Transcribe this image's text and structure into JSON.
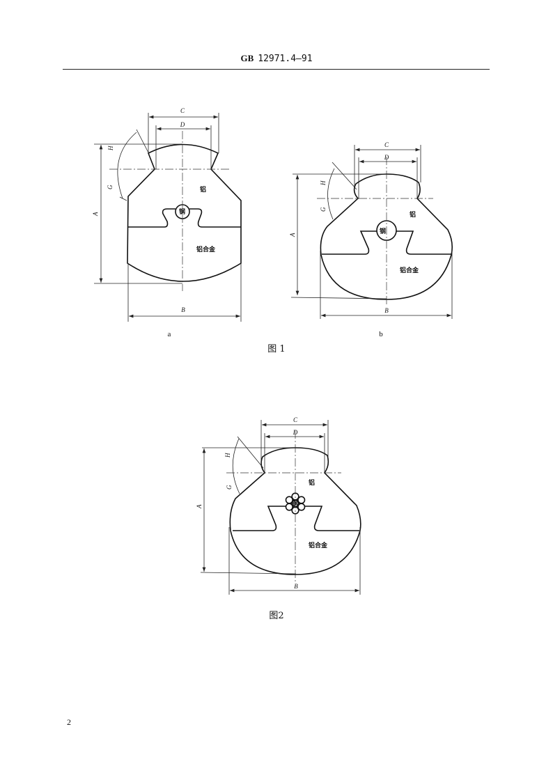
{
  "header": {
    "standard_prefix": "GB",
    "standard_number": "12971.4—91"
  },
  "page_number": "2",
  "figure1": {
    "caption": "图 1",
    "sub_a": {
      "label": "a",
      "dims": {
        "A": "A",
        "B": "B",
        "C": "C",
        "D": "D",
        "G": "G",
        "H": "H"
      },
      "materials": {
        "aluminum": "铝",
        "steel": "钢",
        "alloy": "铝合金"
      }
    },
    "sub_b": {
      "label": "b",
      "dims": {
        "A": "A",
        "B": "B",
        "C": "C",
        "D": "D",
        "G": "G",
        "H": "H"
      },
      "materials": {
        "aluminum": "铝",
        "steel": "钢",
        "alloy": "铝合金"
      }
    }
  },
  "figure2": {
    "caption": "图2",
    "dims": {
      "A": "A",
      "B": "B",
      "C": "C",
      "D": "D",
      "G": "G",
      "H": "H"
    },
    "materials": {
      "aluminum": "铝",
      "steel": "钢",
      "alloy": "铝合金"
    }
  }
}
